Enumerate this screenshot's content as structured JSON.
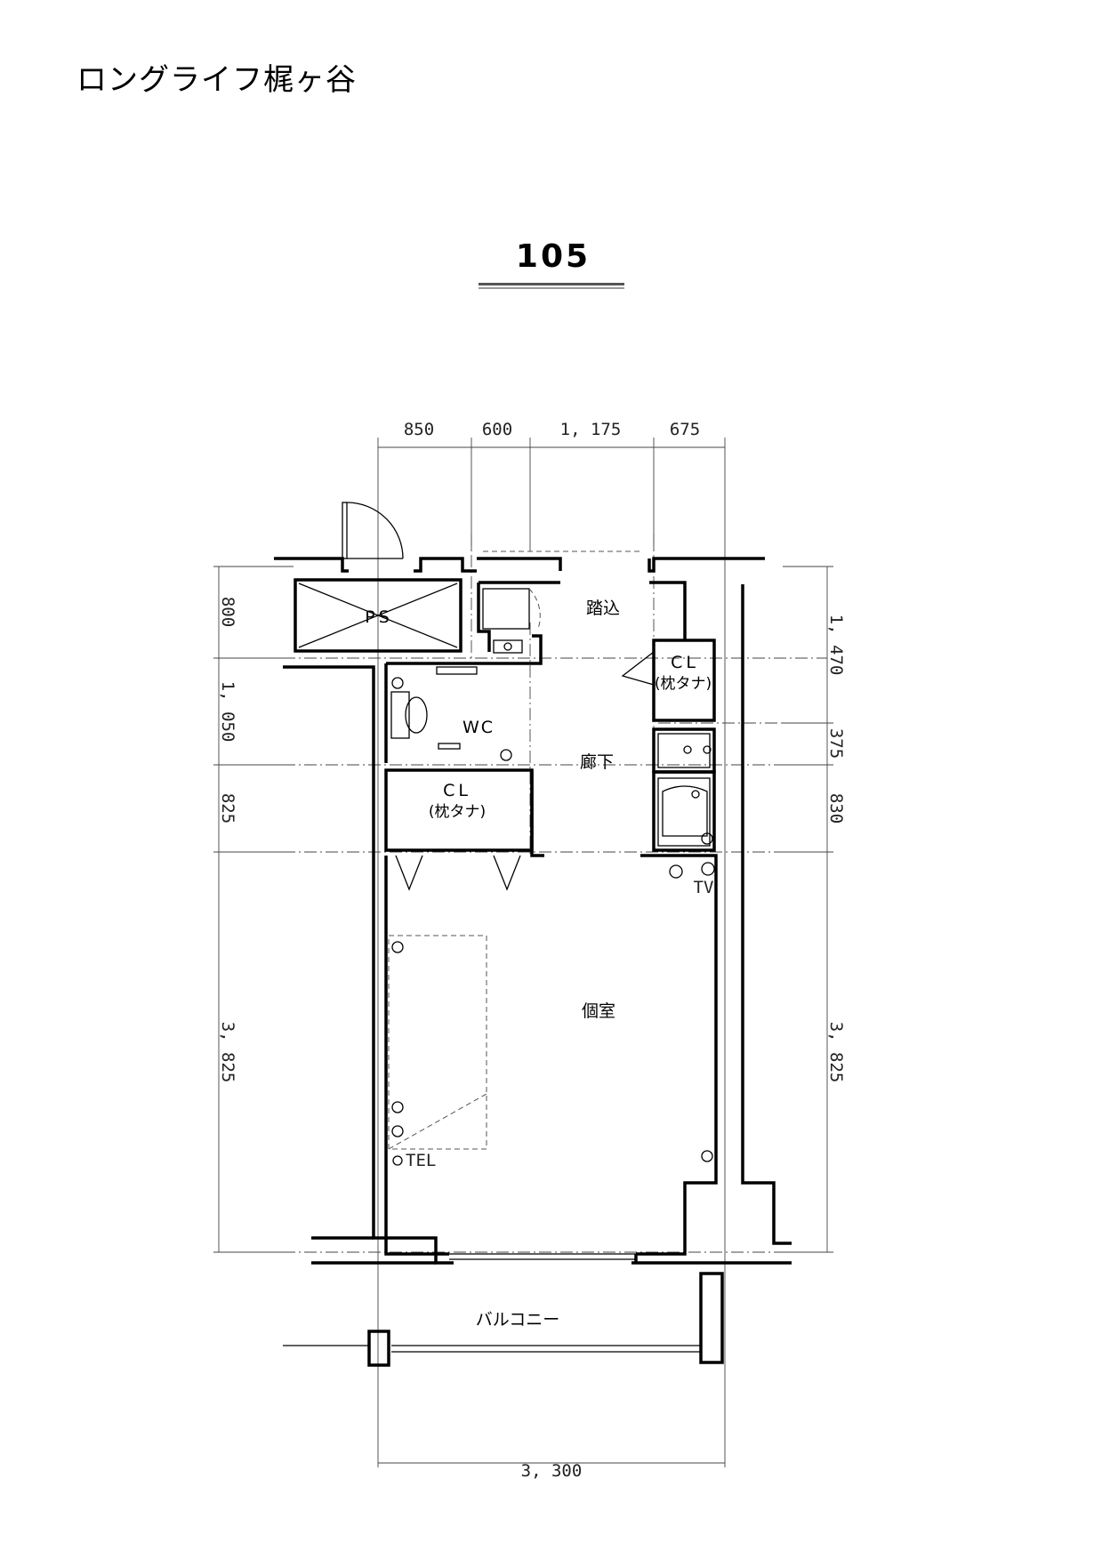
{
  "title": "ロングライフ梶ヶ谷",
  "unit": "105",
  "dimensions": {
    "top": [
      "850",
      "600",
      "1, 175",
      "675"
    ],
    "left": [
      "800",
      "1, 050",
      "825",
      "3, 825"
    ],
    "right": [
      "1, 470",
      "375",
      "830",
      "3, 825"
    ],
    "bottom": "3, 300"
  },
  "rooms": {
    "ps": "PS",
    "entrance": "踏込",
    "cl_right": "CL",
    "cl_right_sub": "(枕タナ)",
    "wc": "WC",
    "hallway": "廊下",
    "cl_left": "CL",
    "cl_left_sub": "(枕タナ)",
    "tv": "TV",
    "private_room": "個室",
    "tel": "TEL",
    "balcony": "バルコニー"
  }
}
